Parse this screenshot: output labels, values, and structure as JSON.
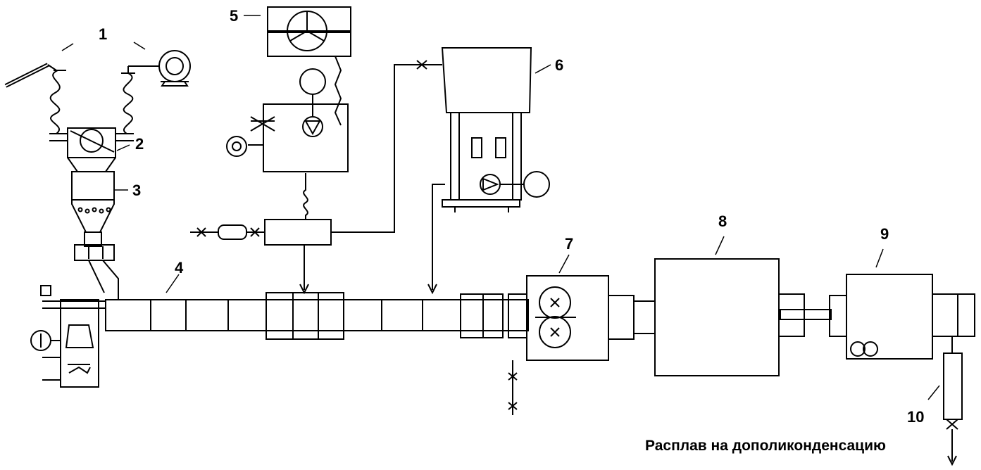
{
  "labels": {
    "l1": "1",
    "l2": "2",
    "l3": "3",
    "l4": "4",
    "l5": "5",
    "l6": "6",
    "l7": "7",
    "l8": "8",
    "l9": "9",
    "l10": "10"
  },
  "caption": "Расплав на дополиконденсацию",
  "icons": [
    "solar-panel-icon",
    "fan-motor-icon",
    "heat-exchanger-icon",
    "cyclone-icon",
    "valve-icon",
    "pump-icon",
    "spring-bellows-icon",
    "gauge-icon",
    "heater-coil-icon",
    "mixing-rollers-icon",
    "drain-valve-icon"
  ]
}
